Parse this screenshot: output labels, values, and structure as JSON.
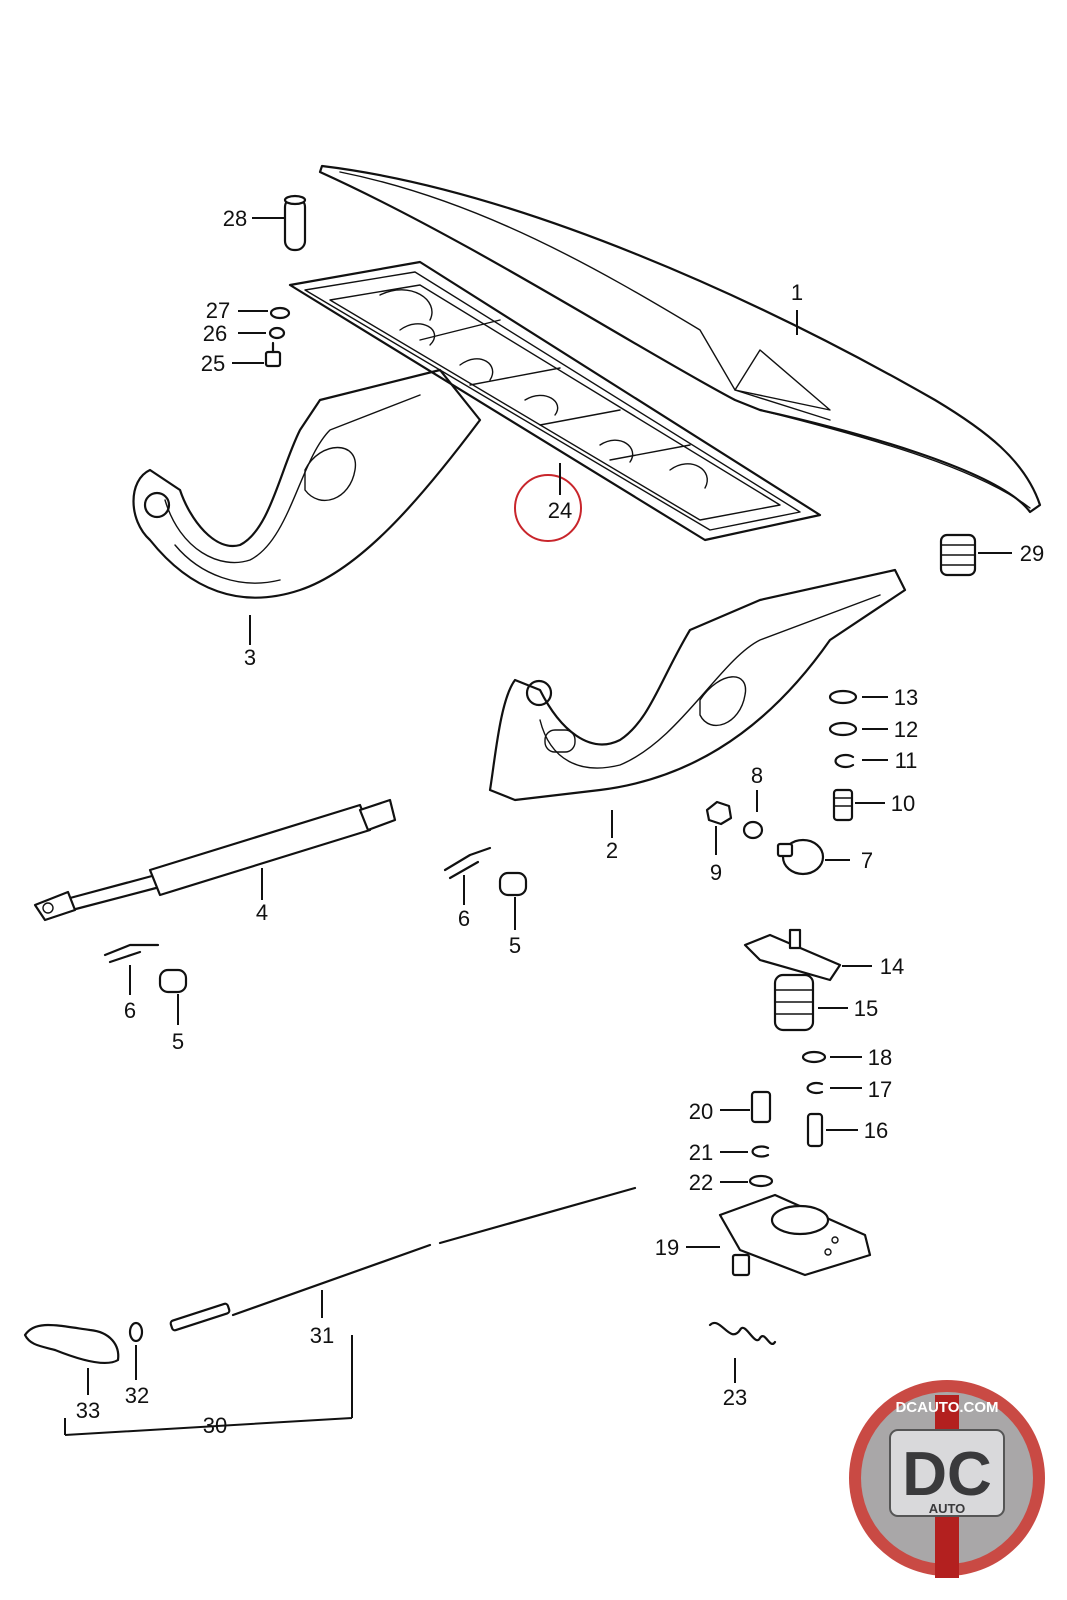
{
  "callouts": {
    "c1": "1",
    "c2": "2",
    "c3": "3",
    "c4": "4",
    "c5a": "5",
    "c5b": "5",
    "c6a": "6",
    "c6b": "6",
    "c7": "7",
    "c8": "8",
    "c9": "9",
    "c10": "10",
    "c11": "11",
    "c12": "12",
    "c13": "13",
    "c14": "14",
    "c15": "15",
    "c16": "16",
    "c17": "17",
    "c18": "18",
    "c19": "19",
    "c20": "20",
    "c21": "21",
    "c22": "22",
    "c23": "23",
    "c24": "24",
    "c25": "25",
    "c26": "26",
    "c27": "27",
    "c28": "28",
    "c29": "29",
    "c30": "30",
    "c31": "31",
    "c32": "32",
    "c33": "33"
  },
  "highlight_color": "#c8252b",
  "logo": {
    "site": "DCAUTO.COM",
    "mark": "DC",
    "sub": "AUTO",
    "colors": {
      "ring": "#c94a44",
      "plate": "#8f9196",
      "accent": "#b3201f"
    }
  }
}
